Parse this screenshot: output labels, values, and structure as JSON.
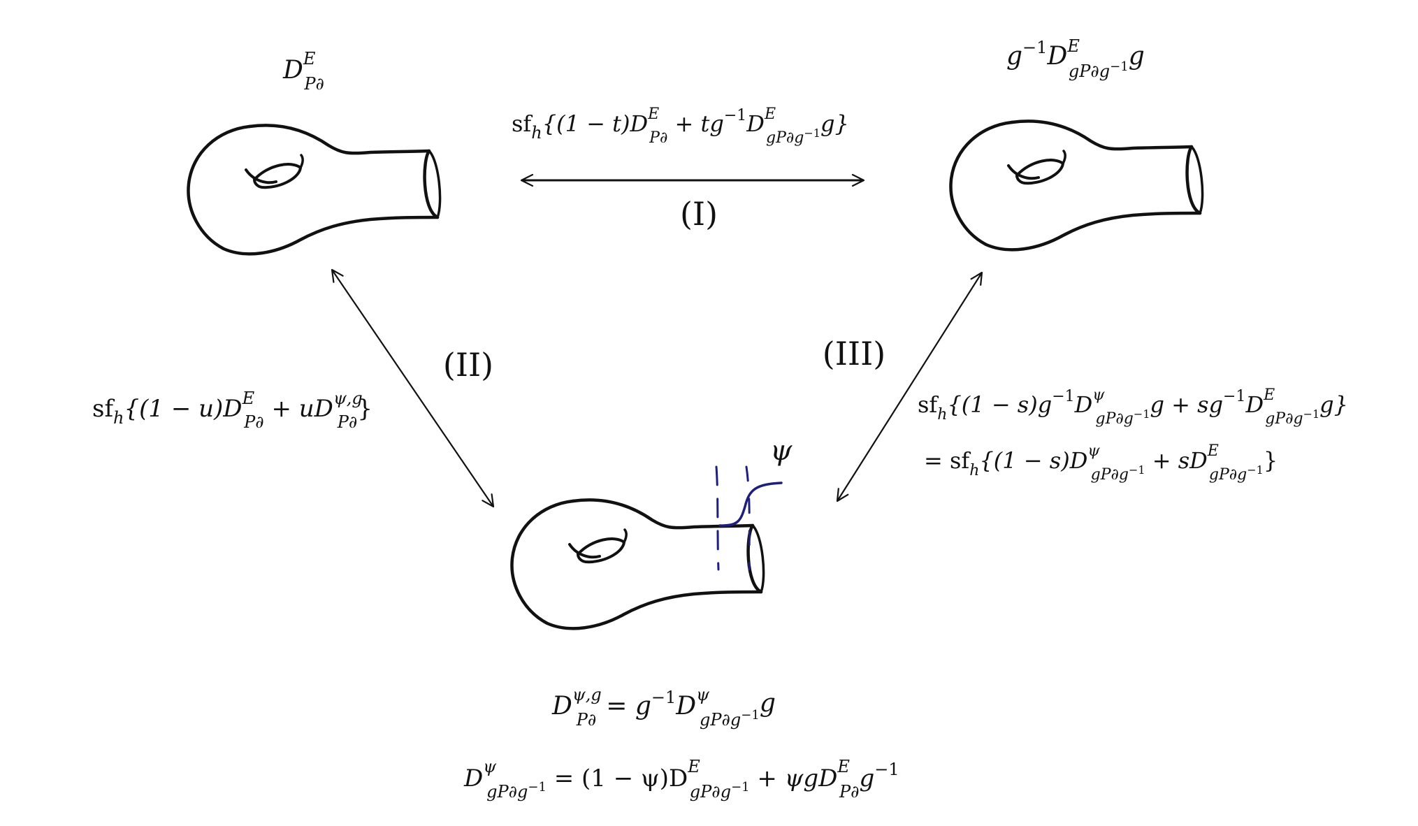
{
  "surfaces": {
    "top_left": {
      "label": {
        "base": "D",
        "sup": "E",
        "sub": "P∂"
      }
    },
    "top_right": {
      "label": {
        "pre": "g",
        "pre_sup": "−1",
        "base": "D",
        "sup": "E",
        "sub": "gP∂g",
        "sub_sup": "−1",
        "post": "g"
      }
    },
    "bottom": {
      "label_left": {
        "base": "D",
        "sup": "ψ,g",
        "sub": "P∂"
      },
      "label_right": {
        "eq": "= g",
        "eq_sup": "−1",
        "base": "D",
        "sup": "ψ",
        "sub": "gP∂g",
        "sub_sup": "−1",
        "post": "g"
      },
      "psi": "ψ"
    }
  },
  "arrows": {
    "I": {
      "roman": "(I)",
      "formula": {
        "sf": "sf",
        "h": "h",
        "open": "{(1 − t)D",
        "s1_sup": "E",
        "s1_sub": "P∂",
        "mid": " + tg",
        "mid_sup": "−1",
        "d2": "D",
        "s2_sup": "E",
        "s2_sub": "gP∂g",
        "s2_sub_sup": "−1",
        "close": "g}"
      }
    },
    "II": {
      "roman": "(II)",
      "formula": {
        "sf": "sf",
        "h": "h",
        "open": "{(1 − u)D",
        "s1_sup": "E",
        "s1_sub": "P∂",
        "mid": " + uD",
        "s2_sup": "ψ,g",
        "s2_sub": "P∂",
        "close": "}"
      }
    },
    "III": {
      "roman": "(III)",
      "line1": {
        "sf": "sf",
        "h": "h",
        "open": "{(1 − s)g",
        "open_sup": "−1",
        "d1": "D",
        "s1_sup": "ψ",
        "s1_sub": "gP∂g",
        "s1_sub_sup": "−1",
        "mid": "g + sg",
        "mid_sup": "−1",
        "d2": "D",
        "s2_sup": "E",
        "s2_sub": "gP∂g",
        "s2_sub_sup": "−1",
        "close": "g}"
      },
      "line2": {
        "eq": "= sf",
        "h": "h",
        "open": "{(1 − s)D",
        "s1_sup": "ψ",
        "s1_sub": "gP∂g",
        "s1_sub_sup": "−1",
        "mid": " + sD",
        "s2_sup": "E",
        "s2_sub": "gP∂g",
        "s2_sub_sup": "−1",
        "close": "}"
      }
    }
  },
  "definition": {
    "base": "D",
    "sup": "ψ",
    "sub": "gP∂g",
    "sub_sup": "−1",
    "eq": " = (1 − ψ)D",
    "s2_sup": "E",
    "s2_sub": "gP∂g",
    "s2_sub_sup": "−1",
    "mid": " + ψgD",
    "s3_sup": "E",
    "s3_sub": "P∂",
    "post": "g",
    "post_sup": "−1"
  },
  "colors": {
    "ink": "#111111",
    "cutoff": "#1f1f7a"
  }
}
